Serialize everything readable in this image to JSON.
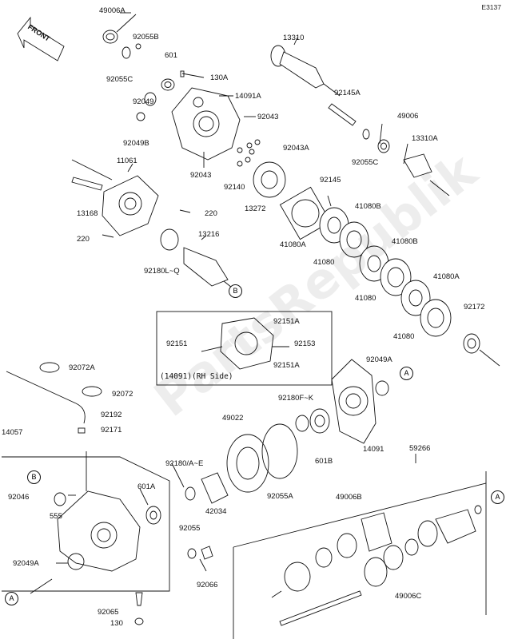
{
  "diagram_code": "E3137",
  "front_label": "FRONT",
  "watermark": "PartsRepublik",
  "inset_caption": "(14091)(RH Side)",
  "circle_refs": {
    "a": "A",
    "b": "B"
  },
  "labels": {
    "l49006A_top": "49006A",
    "l92055B": "92055B",
    "l92055C_top": "92055C",
    "l601_top": "601",
    "l130A": "130A",
    "l92049_top": "92049",
    "l14091A": "14091A",
    "l92043_a": "92043",
    "l92049B": "92049B",
    "l92043_b": "92043",
    "l13310": "13310",
    "l92145A": "92145A",
    "l49006": "49006",
    "l13310A": "13310A",
    "l92055C_r": "92055C",
    "l11061": "11061",
    "l13168": "13168",
    "l220_a": "220",
    "l220_b": "220",
    "l92043A": "92043A",
    "l92140": "92140",
    "l13272": "13272",
    "l92145": "92145",
    "l41080B_a": "41080B",
    "l41080A_a": "41080A",
    "l41080_a": "41080",
    "l41080B_b": "41080B",
    "l41080_b": "41080",
    "l41080A_b": "41080A",
    "l41080_c": "41080",
    "l92172": "92172",
    "l13216": "13216",
    "l92180LQ": "92180L~Q",
    "l92151A_top": "92151A",
    "l92151": "92151",
    "l92153": "92153",
    "l92151A_bot": "92151A",
    "l92072A": "92072A",
    "l92072": "92072",
    "l92192": "92192",
    "l92171": "92171",
    "l14057": "14057",
    "l92046": "92046",
    "l555": "555",
    "l92049A_left": "92049A",
    "l601A": "601A",
    "l92180AE": "92180/A~E",
    "l42034": "42034",
    "l49022": "49022",
    "l92055A": "92055A",
    "l92055": "92055",
    "l92066": "92066",
    "l92065": "92065",
    "l130": "130",
    "l92049A_right": "92049A",
    "l92180FK": "92180F~K",
    "l601B": "601B",
    "l14091": "14091",
    "l59266": "59266",
    "l49006B": "49006B",
    "l49006C": "49006C"
  }
}
